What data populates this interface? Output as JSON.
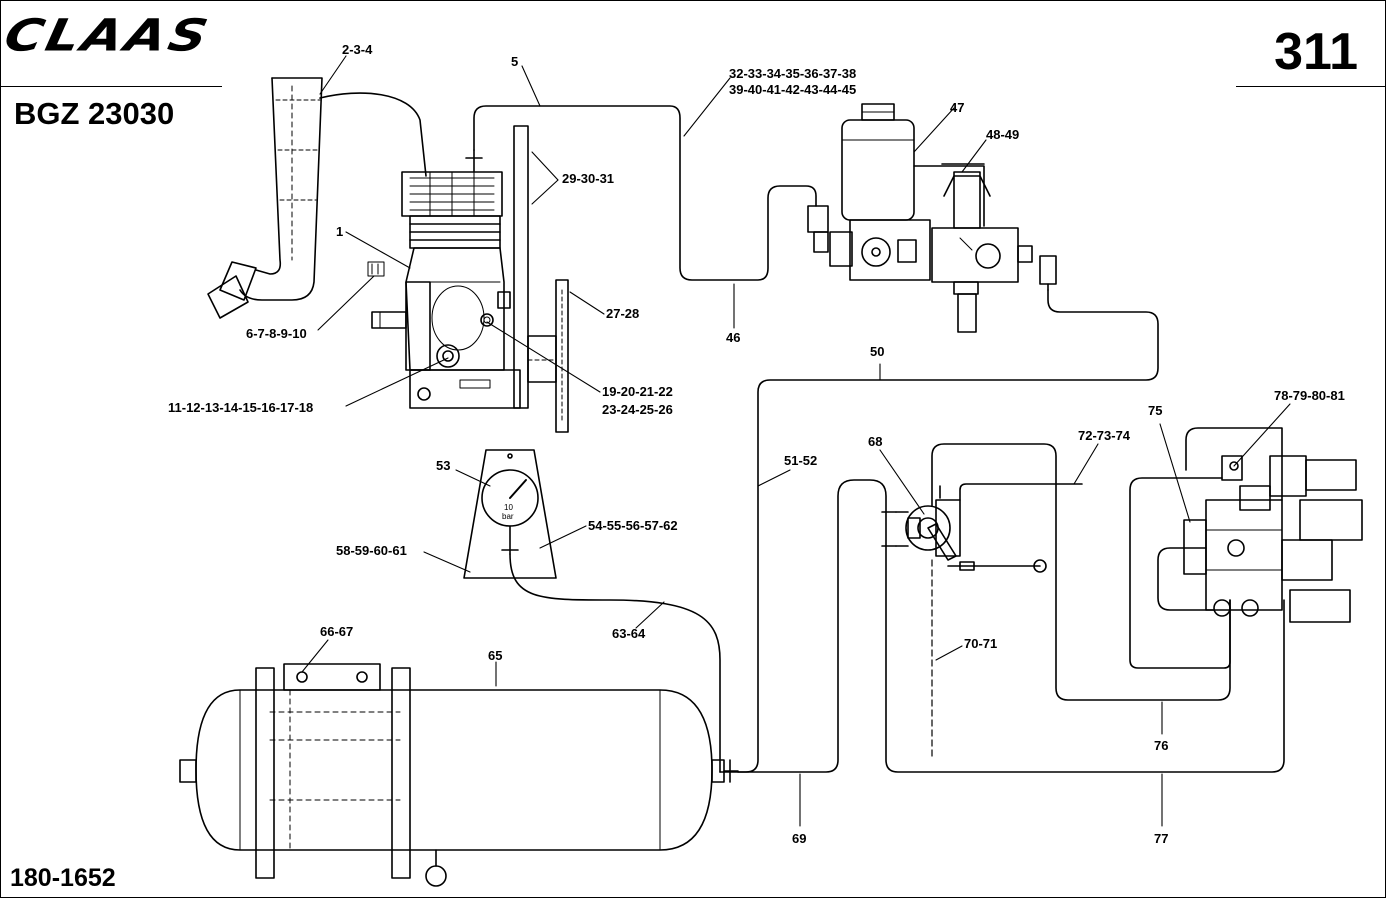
{
  "header": {
    "brand": "CLAAS",
    "model_code": "BGZ 23030",
    "page_number": "311",
    "document_number": "180-1652"
  },
  "callouts": {
    "c_2_3_4": "2-3-4",
    "c_5": "5",
    "c_32_45_line1": "32-33-34-35-36-37-38",
    "c_32_45_line2": "39-40-41-42-43-44-45",
    "c_47": "47",
    "c_48_49": "48-49",
    "c_29_30_31": "29-30-31",
    "c_1": "1",
    "c_27_28": "27-28",
    "c_46": "46",
    "c_6_10": "6-7-8-9-10",
    "c_50": "50",
    "c_19_22": "19-20-21-22",
    "c_23_26": "23-24-25-26",
    "c_11_18": "11-12-13-14-15-16-17-18",
    "c_78_81": "78-79-80-81",
    "c_75": "75",
    "c_72_74": "72-73-74",
    "c_68": "68",
    "c_53": "53",
    "c_51_52": "51-52",
    "c_54_62": "54-55-56-57-62",
    "c_58_61": "58-59-60-61",
    "c_70_71": "70-71",
    "c_66_67": "66-67",
    "c_65": "65",
    "c_63_64": "63-64",
    "c_76": "76",
    "c_69": "69",
    "c_77": "77"
  },
  "gauge": {
    "value": "10",
    "unit": "bar"
  }
}
